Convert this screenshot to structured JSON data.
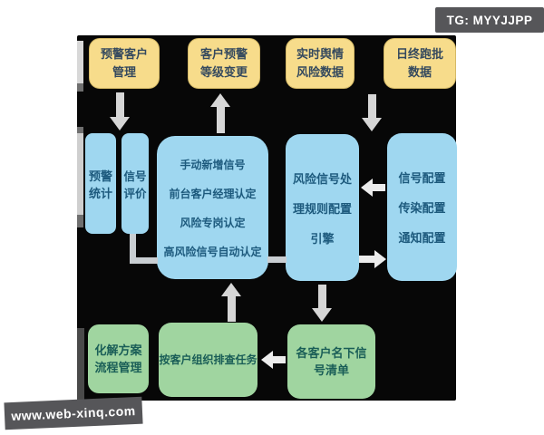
{
  "badges": {
    "tg_label": "TG: MYYJJPP",
    "site_label": "www.web-xinq.com"
  },
  "colors": {
    "canvas_bg": "#070707",
    "yellow_box": "#f7dc8b",
    "blue_box": "#9fd7f0",
    "green_box": "#a0d5a0",
    "yellow_text": "#34495e",
    "blue_text": "#1d5a7d",
    "green_text": "#1a5e57",
    "badge_bg": "#565659",
    "arrow_grey": "#d6d6d6",
    "connector_grey": "#c9ced2"
  },
  "flowchart": {
    "sources": [
      {
        "name": "alert-customer-management",
        "lines": [
          "预警客户",
          "管理"
        ]
      },
      {
        "name": "customer-alert-level-change",
        "lines": [
          "客户预警",
          "等级变更"
        ]
      },
      {
        "name": "realtime-sentiment-risk-data",
        "lines": [
          "实时舆情",
          "风险数据"
        ]
      },
      {
        "name": "eod-batch-data",
        "lines": [
          "日终跑批",
          "数据"
        ]
      }
    ],
    "middle": [
      {
        "name": "alert-statistics",
        "lines": [
          "预警",
          "统计"
        ]
      },
      {
        "name": "signal-evaluation",
        "lines": [
          "信号",
          "评价"
        ]
      },
      {
        "name": "signal-identification",
        "lines": [
          "手动新增信号",
          "前台客户经理认定",
          "风险专岗认定",
          "高风险信号自动认定"
        ]
      },
      {
        "name": "risk-signal-rule-engine",
        "lines": [
          "风险信号处",
          "理规则配置",
          "引擎"
        ]
      },
      {
        "name": "signal-config",
        "lines": [
          "信号配置",
          "传染配置",
          "通知配置"
        ]
      }
    ],
    "bottom": [
      {
        "name": "resolution-plan-process-mgmt",
        "lines": [
          "化解方案",
          "流程管理"
        ]
      },
      {
        "name": "organize-investigation-tasks",
        "lines": [
          "按客户组织排查任务"
        ]
      },
      {
        "name": "customer-signal-list",
        "lines": [
          "各客户名下信",
          "号清单"
        ]
      }
    ]
  }
}
